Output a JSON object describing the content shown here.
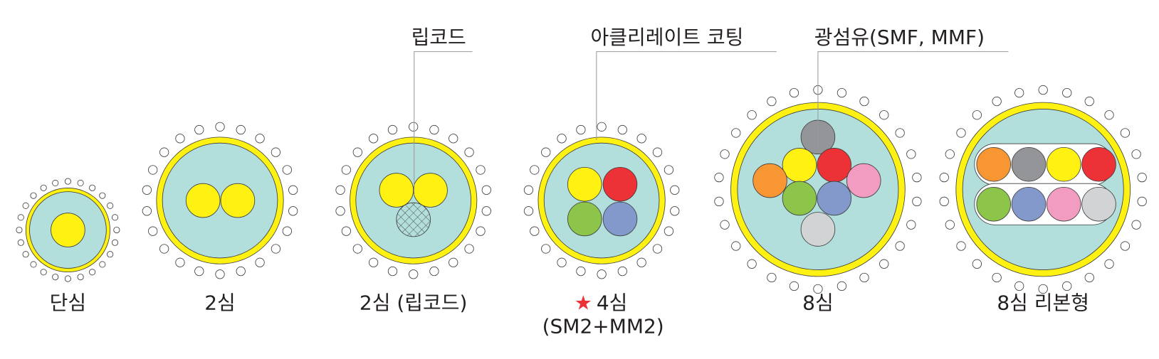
{
  "colors": {
    "jacket": "#fff212",
    "filler": "#b2dfdb",
    "outline": "#3b3b3b",
    "yellow": "#fff212",
    "red": "#ed3237",
    "green": "#8dc44a",
    "blue": "#8399cb",
    "orange": "#f79633",
    "gray": "#939598",
    "pink": "#f29cc2",
    "light_gray": "#d1d3d4",
    "star": "#ed3237",
    "leader": "#9a9a9a"
  },
  "callouts": {
    "ripcord": "립코드",
    "coating": "아클리레이트 코팅",
    "fiber": "광섬유(SMF, MMF)"
  },
  "labels": {
    "single": "단심",
    "two": "2심",
    "two_ripcord": "2심 (립코드)",
    "star_icon": "★",
    "four": "4심",
    "four_sub": "(SM2+MM2)",
    "eight": "8심",
    "eight_ribbon": "8심 리본형"
  }
}
